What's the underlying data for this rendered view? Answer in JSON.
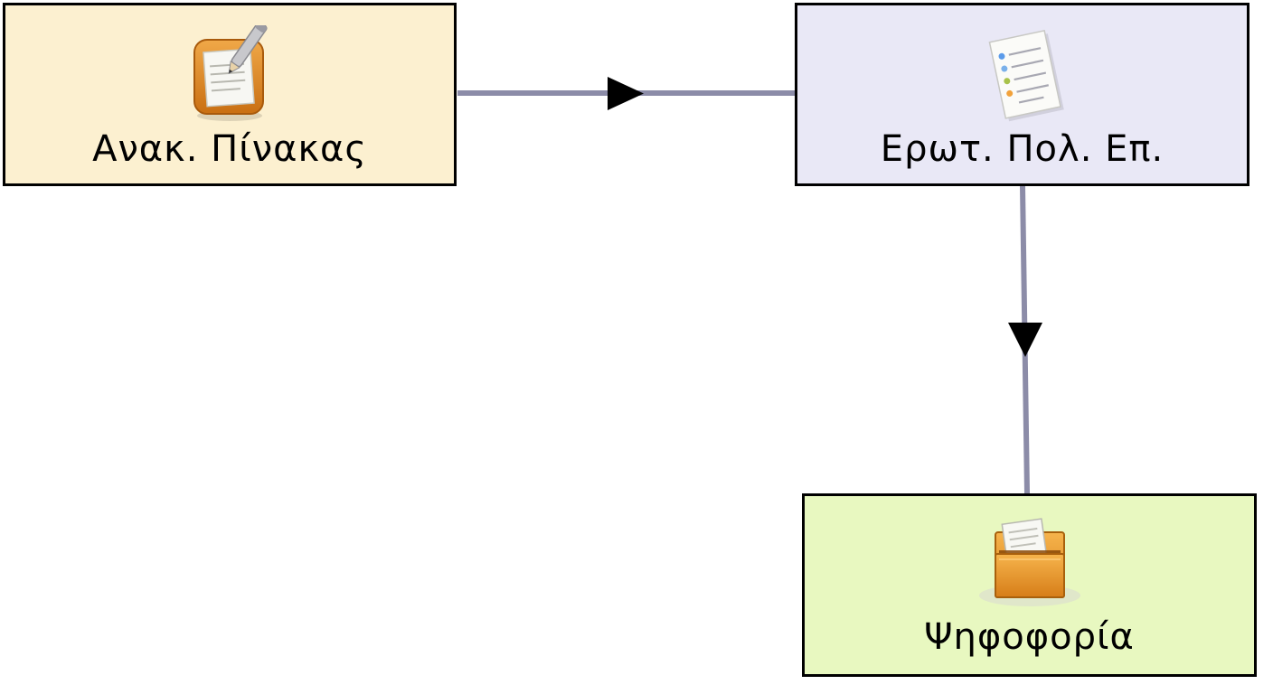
{
  "diagram": {
    "nodes": [
      {
        "id": "node-1",
        "label": "Ανακ. Πίνακας",
        "icon": "notepad-pencil-icon",
        "fill": "#fcf0d0"
      },
      {
        "id": "node-2",
        "label": "Ερωτ. Πολ. Επ.",
        "icon": "checklist-document-icon",
        "fill": "#e9e8f6"
      },
      {
        "id": "node-3",
        "label": "Ψηφοφορία",
        "icon": "ballot-box-icon",
        "fill": "#e8f8c0"
      }
    ],
    "edges": [
      {
        "from": "node-1",
        "to": "node-2"
      },
      {
        "from": "node-2",
        "to": "node-3"
      }
    ],
    "connector_color": "#8c8ca8"
  }
}
